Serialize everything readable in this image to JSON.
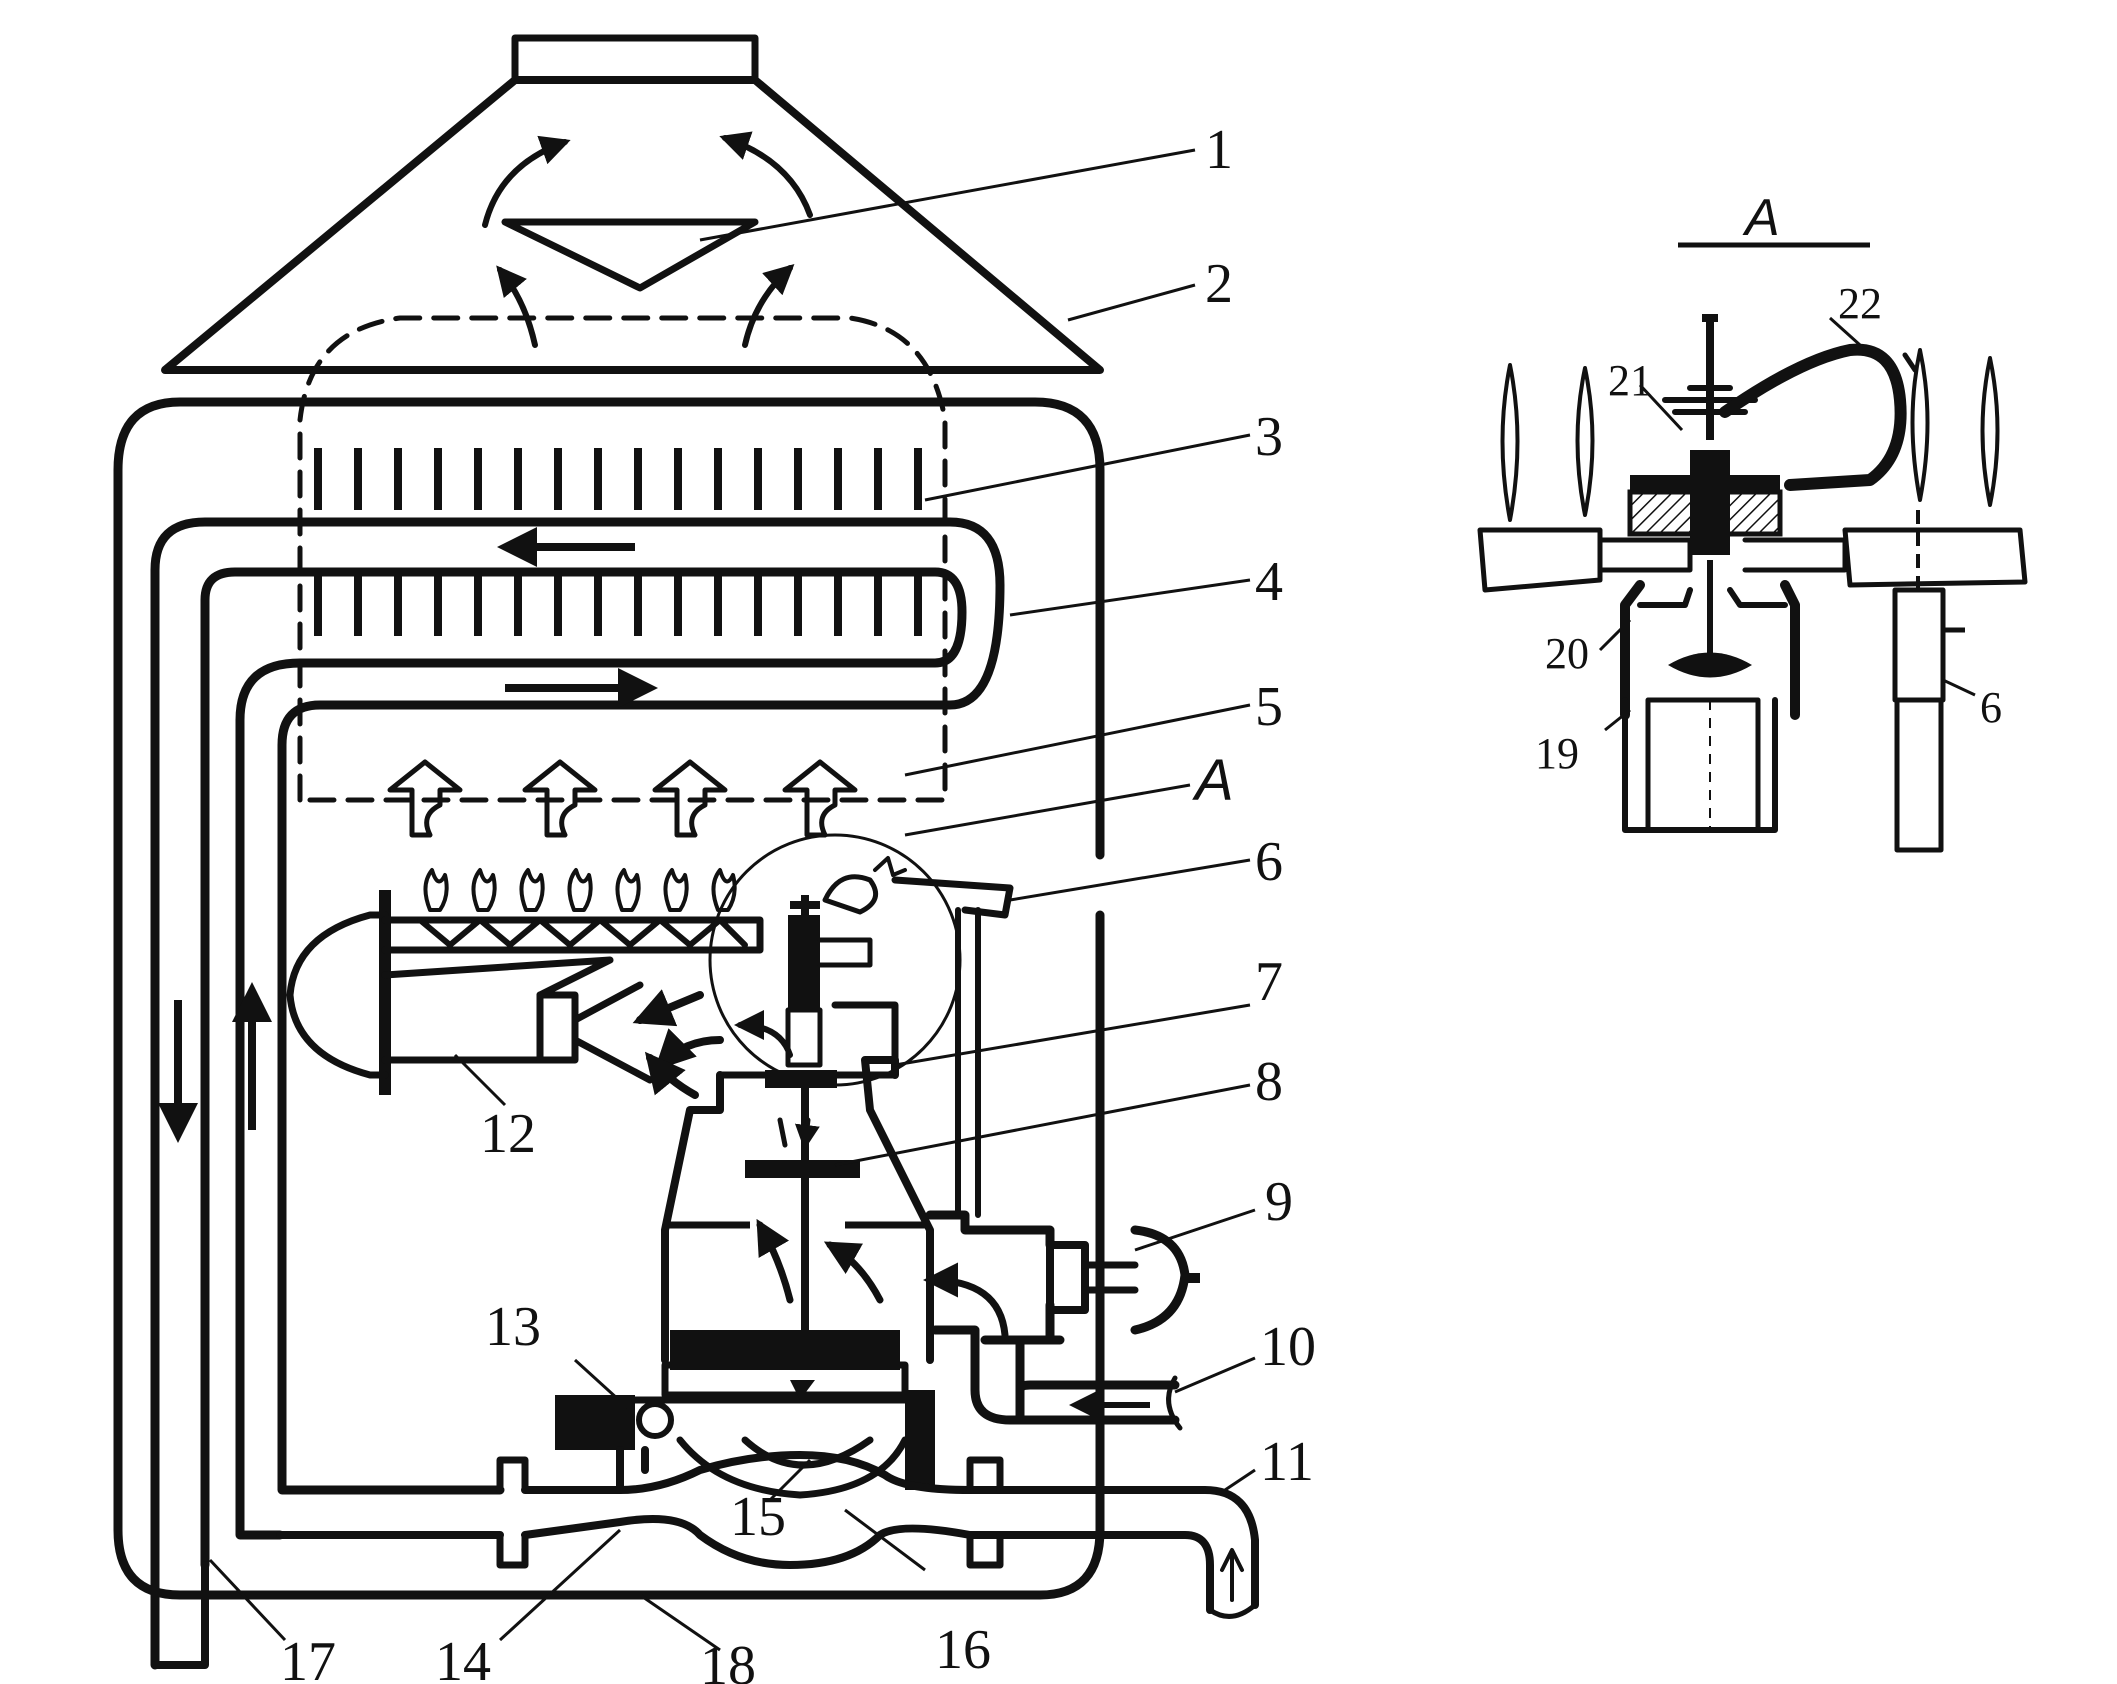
{
  "labels": {
    "l1": "1",
    "l2": "2",
    "l3": "3",
    "l4": "4",
    "l5": "5",
    "lA": "A",
    "l6": "6",
    "l7": "7",
    "l8": "8",
    "l9": "9",
    "l10": "10",
    "l11": "11",
    "l12": "12",
    "l13": "13",
    "l14": "14",
    "l15": "15",
    "l16": "16",
    "l17": "17",
    "l18": "18"
  },
  "detail": {
    "title": "A",
    "l19": "19",
    "l20": "20",
    "l21": "21",
    "l22": "22",
    "l6": "6"
  },
  "colors": {
    "ink": "#111111",
    "paper": "#ffffff"
  }
}
